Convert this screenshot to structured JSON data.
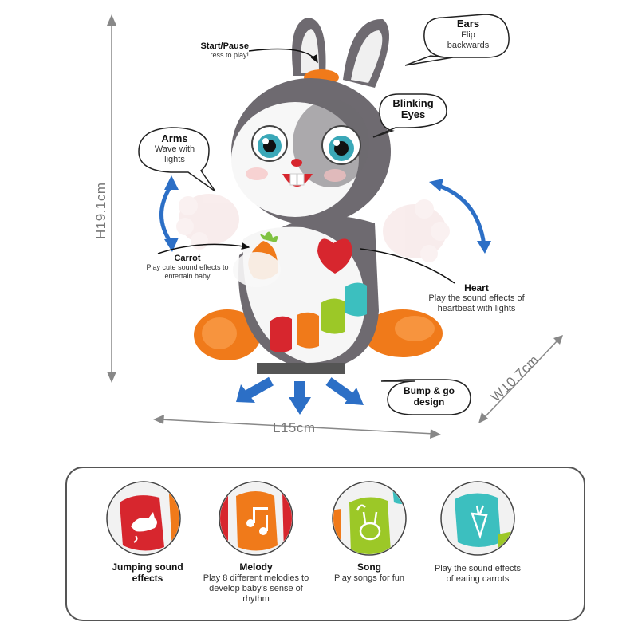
{
  "callouts": {
    "start_pause": {
      "title": "Start/Pause",
      "sub": "ress to play!"
    },
    "ears": {
      "title": "Ears",
      "sub": "Flip backwards"
    },
    "blinking_eyes": {
      "title": "Blinking Eyes"
    },
    "arms": {
      "title": "Arms",
      "sub": "Wave with lights"
    },
    "carrot": {
      "title": "Carrot",
      "sub": "Play cute sound effects to entertain baby"
    },
    "heart": {
      "title": "Heart",
      "sub": "Play the sound effects of heartbeat with lights"
    },
    "bump_go": {
      "title": "Bump & go design"
    }
  },
  "dimensions": {
    "height": "H19.1cm",
    "length": "L15cm",
    "width": "W10.7cm"
  },
  "features": [
    {
      "title": "Jumping sound effects",
      "sub": "",
      "icon": "rabbit-jump-icon",
      "color": "#d7262e"
    },
    {
      "title": "Melody",
      "sub": "Play 8 different melodies to develop baby's sense of rhythm",
      "icon": "music-notes-icon",
      "color": "#f07a1a"
    },
    {
      "title": "Song",
      "sub": "Play songs for fun",
      "icon": "bunny-face-icon",
      "color": "#9cc827"
    },
    {
      "title": "",
      "sub": "Play the sound effects of eating carrots",
      "icon": "carrot-icon",
      "color": "#3cbfbf"
    }
  ],
  "colors": {
    "grey_body": "#6e6a70",
    "orange": "#f07a1a",
    "blue_arrow": "#2c6fc6",
    "red": "#d7262e",
    "green": "#9cc827",
    "teal": "#3cbfbf"
  }
}
